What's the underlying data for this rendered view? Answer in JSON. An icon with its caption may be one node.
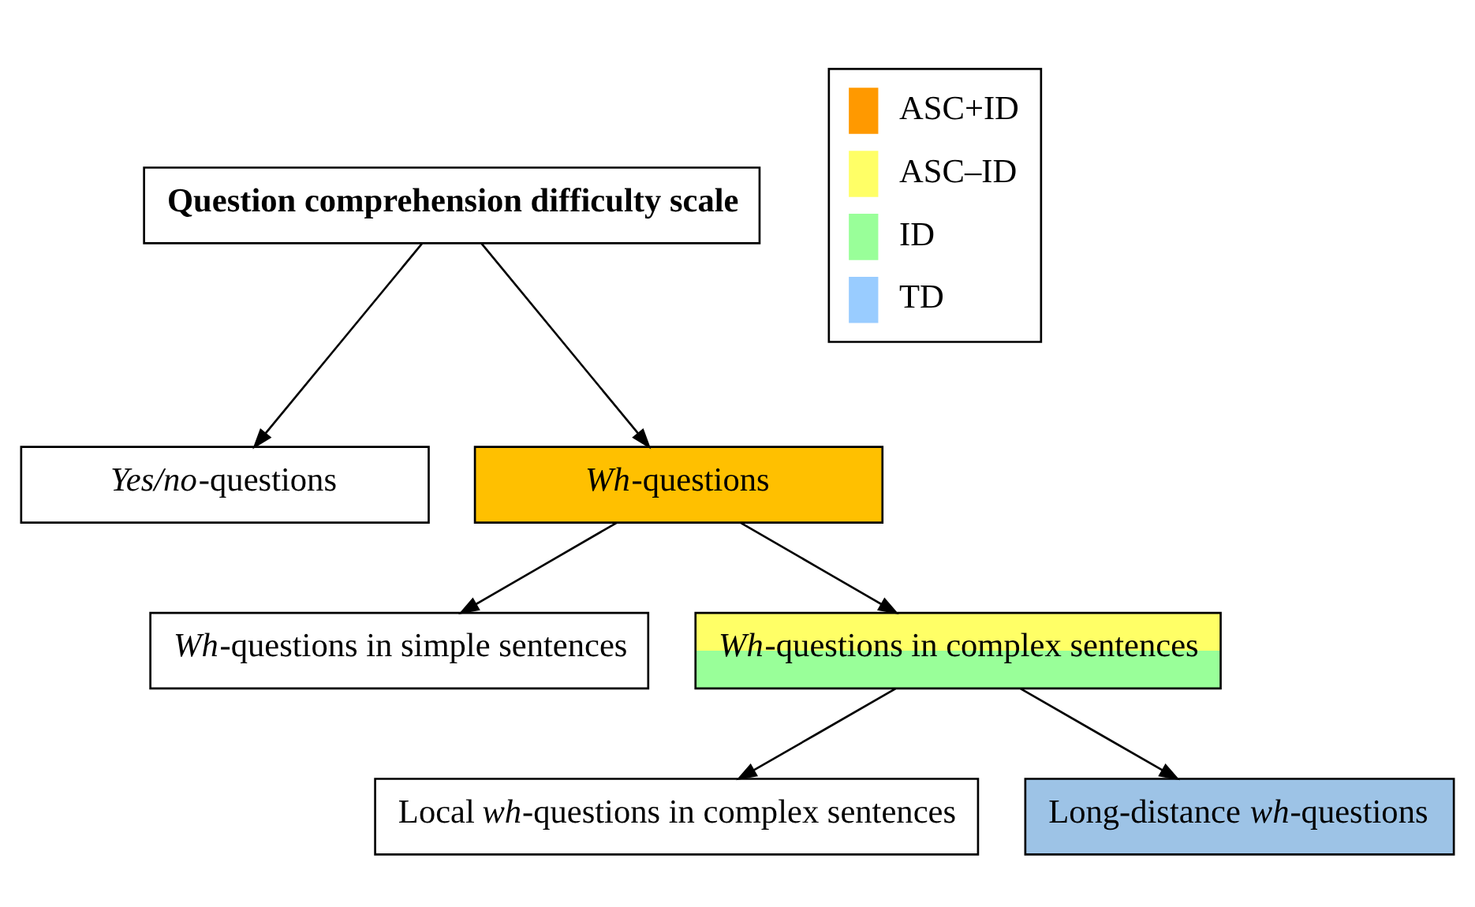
{
  "diagram": {
    "nodes": [
      {
        "text": [
          "Question comprehension difficulty scale"
        ]
      },
      {
        "text": [
          "*Yes/no*-questions"
        ]
      },
      {
        "text": [
          "*Wh*-questions"
        ]
      },
      {
        "text": [
          "*Wh*-questions in simple sentences"
        ]
      },
      {
        "text": [
          "*Wh*-questions in complex sentences"
        ]
      },
      {
        "text": [
          "Local *wh*-questions in complex sentences"
        ]
      },
      {
        "text": [
          "Long-distance *wh*-questions"
        ]
      }
    ],
    "edges": [
      {
        "from": 0,
        "to": 1,
        "arrow": "to"
      },
      {
        "from": 0,
        "to": 2,
        "arrow": "to"
      },
      {
        "from": 2,
        "to": 3,
        "arrow": "to"
      },
      {
        "from": 2,
        "to": 4,
        "arrow": "to"
      },
      {
        "from": 4,
        "to": 5,
        "arrow": "to"
      },
      {
        "from": 4,
        "to": 6,
        "arrow": "to"
      }
    ],
    "legend": [
      {
        "text": "ASC+ID",
        "color": "#ff9900"
      },
      {
        "text": "ASC–ID",
        "color": "#ffff66"
      },
      {
        "text": "ID",
        "color": "#99ff99"
      },
      {
        "text": "TD",
        "color": "#99ccff"
      }
    ]
  }
}
